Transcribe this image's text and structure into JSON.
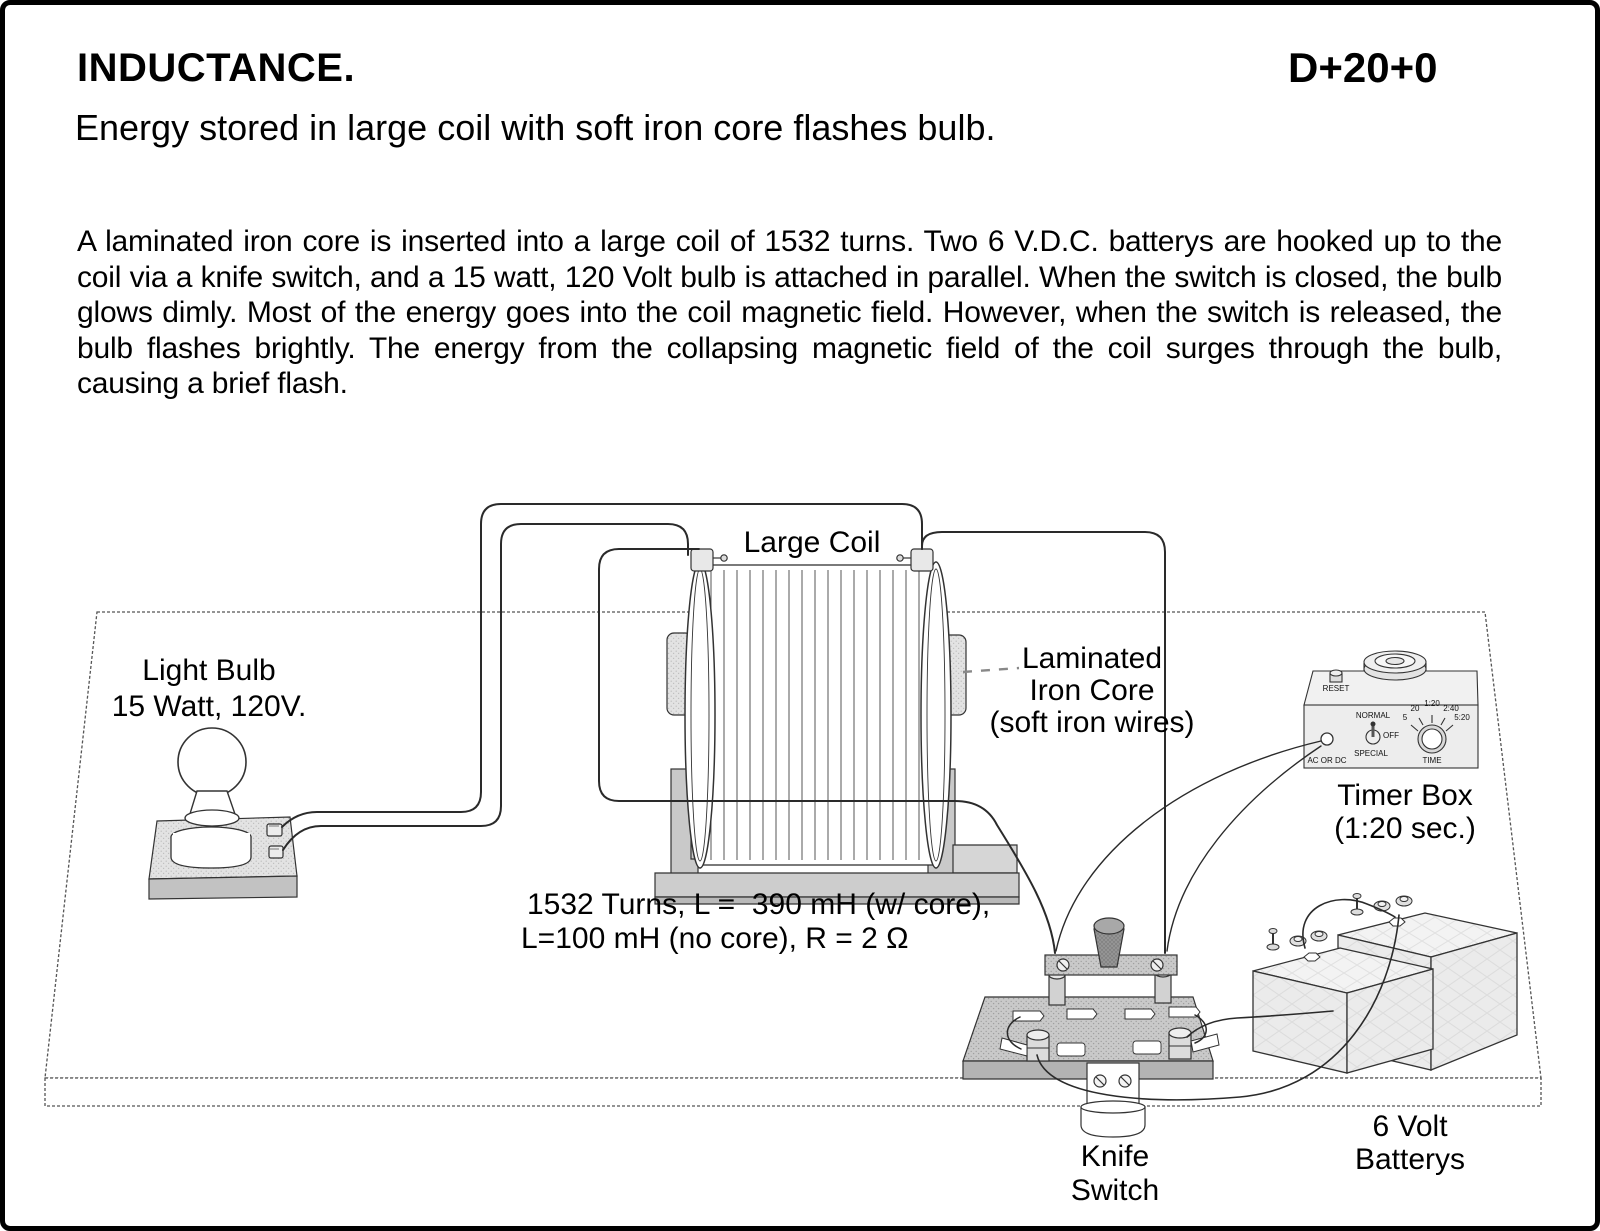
{
  "page": {
    "title": "INDUCTANCE.",
    "code": "D+20+0",
    "subtitle": "Energy stored in large coil with soft iron core flashes bulb.",
    "body": "A laminated iron core is inserted into a large coil of 1532 turns.  Two 6 V.D.C. batterys are hooked up to the coil via a knife switch, and a 15 watt, 120 Volt bulb is attached in parallel. When the switch is closed, the bulb glows dimly. Most of the energy goes into the coil magnetic field. However, when the switch is released, the bulb flashes brightly.  The energy from the collapsing magnetic field of the coil surges through the bulb, causing a brief flash."
  },
  "diagram": {
    "coil": {
      "label": "Large Coil",
      "spec_line1": "1532 Turns, L =  390 mH (w/ core),",
      "spec_line2": "L=100 mH (no core), R = 2 Ω"
    },
    "bulb": {
      "line1": "Light Bulb",
      "line2": "15 Watt, 120V."
    },
    "core": {
      "line1": "Laminated",
      "line2": "Iron Core",
      "line3": "(soft iron wires)"
    },
    "timer": {
      "line1": "Timer Box",
      "line2": "(1:20 sec.)",
      "reset": "RESET",
      "normal": "NORMAL",
      "off": "OFF",
      "special": "SPECIAL",
      "ac_or_dc": "AC OR DC",
      "time": "TIME",
      "dial_marks": [
        "5",
        "20",
        "1:20",
        "2:40",
        "5:20"
      ]
    },
    "switch": {
      "line1": "Knife",
      "line2": "Switch"
    },
    "batteries": {
      "line1": "6 Volt",
      "line2": "Batterys"
    }
  },
  "colors": {
    "ink": "#000000",
    "gray_light": "#e6e6e6",
    "gray_mid": "#c9c9c9",
    "gray_dark": "#b0b0b0"
  }
}
